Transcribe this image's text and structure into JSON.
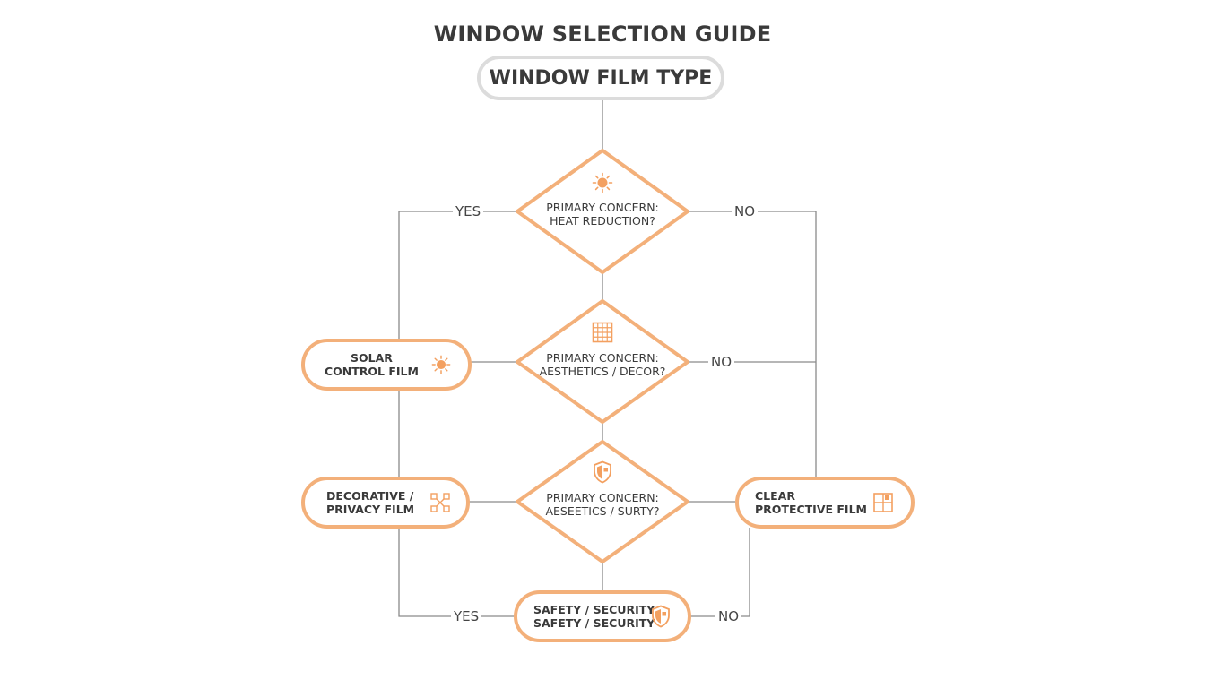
{
  "title": "WINDOW SELECTION GUIDE",
  "root": {
    "label": "WINDOW FILM TYPE"
  },
  "decisions": [
    {
      "line1": "PRIMARY CONCERN:",
      "line2": "HEAT REDUCTION?",
      "icon": "sun-icon"
    },
    {
      "line1": "PRIMARY CONCERN:",
      "line2": "AESTHETICS / DECOR?",
      "icon": "grid-pattern-icon"
    },
    {
      "line1": "PRIMARY CONCERN:",
      "line2": "AESEETICS / SURTY?",
      "icon": "shield-icon"
    }
  ],
  "outcomes": {
    "solar": {
      "line1": "SOLAR",
      "line2": "CONTROL FILM",
      "icon": "sun-icon"
    },
    "decorative": {
      "line1": "DECORATIVE /",
      "line2": "PRIVACY FILM",
      "icon": "pattern-icon"
    },
    "clear": {
      "line1": "CLEAR",
      "line2": "PROTECTIVE FILM",
      "icon": "window-pane-icon"
    },
    "safety": {
      "line1": "SAFETY / SECURITY",
      "line2": "SAFETY / SECURITY",
      "icon": "shield-icon"
    }
  },
  "edge_labels": {
    "d1_yes": "YES",
    "d1_no": "NO",
    "d2_no": "NO",
    "bottom_yes": "YES",
    "bottom_no": "NO"
  },
  "colors": {
    "accent": "#f3b07a",
    "line": "#8a8a8a",
    "root_border": "#dcdcdc",
    "text": "#3a3a3a"
  }
}
